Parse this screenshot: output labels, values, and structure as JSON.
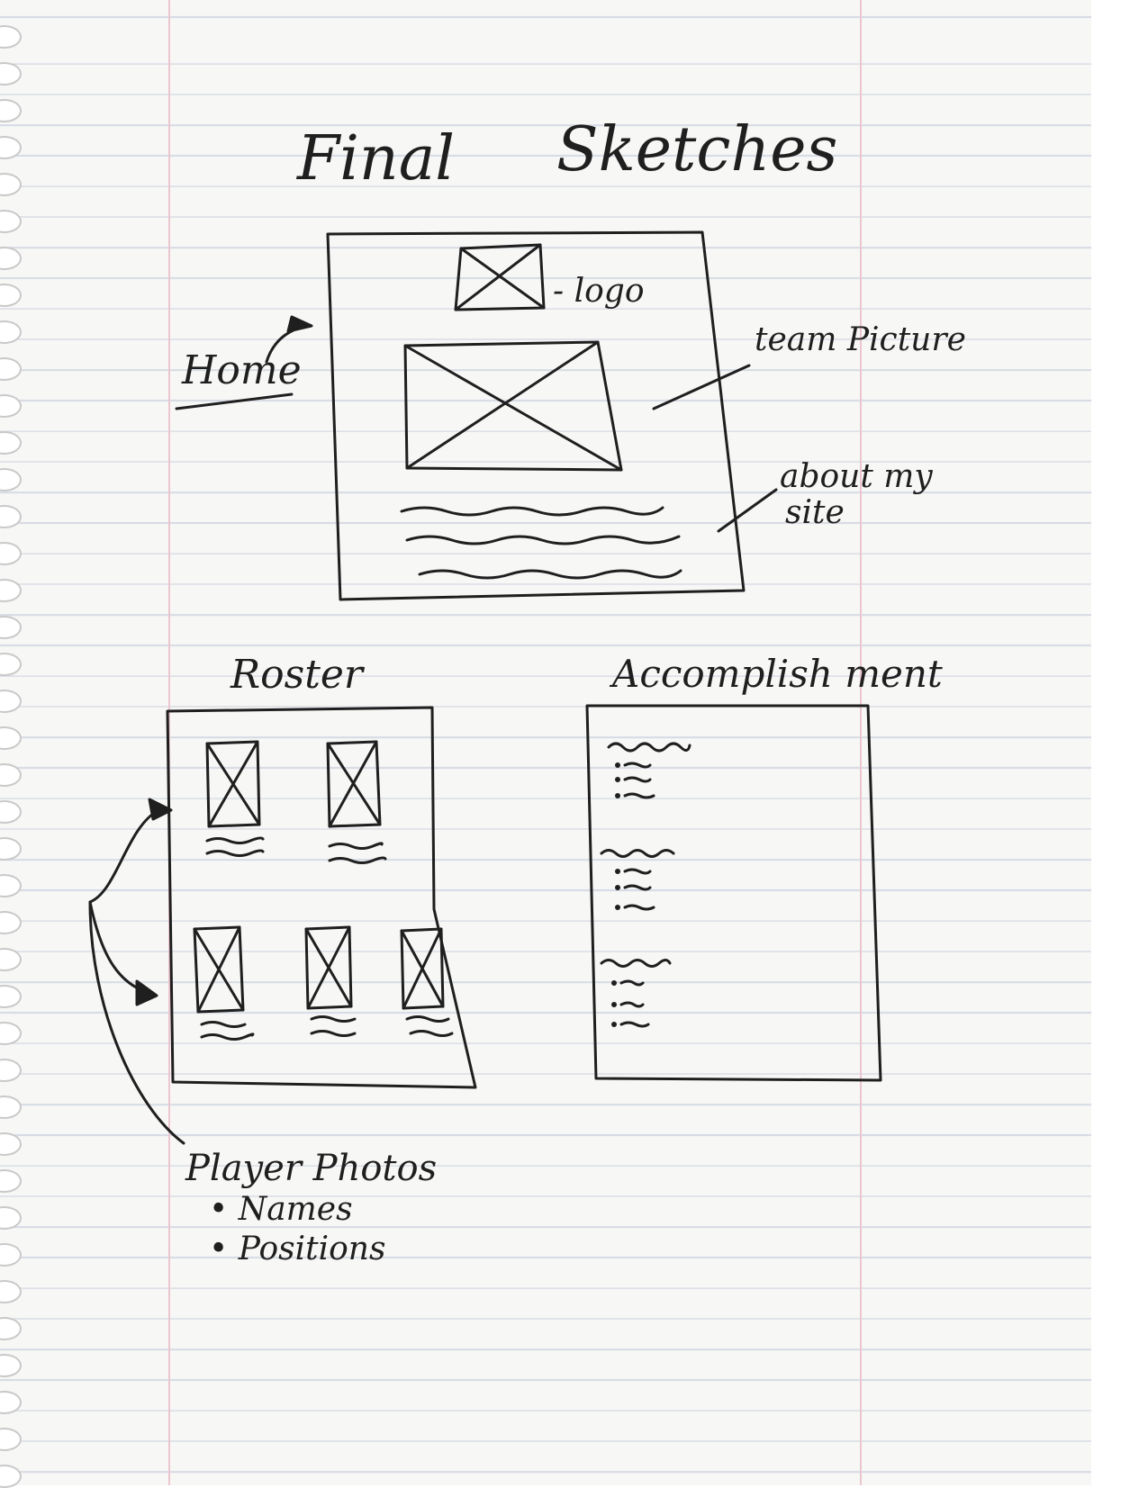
{
  "title": {
    "word1": "Final",
    "word2": "Sketches"
  },
  "home": {
    "label": "Home",
    "logo_note": "- logo",
    "team_picture_note": "team Picture",
    "about_note_line1": "about my",
    "about_note_line2": "site"
  },
  "roster": {
    "label": "Roster",
    "player_photos_note": "Player Photos",
    "bullets": [
      "Names",
      "Positions"
    ]
  },
  "accomplishments": {
    "label": "Accomplish ment"
  }
}
